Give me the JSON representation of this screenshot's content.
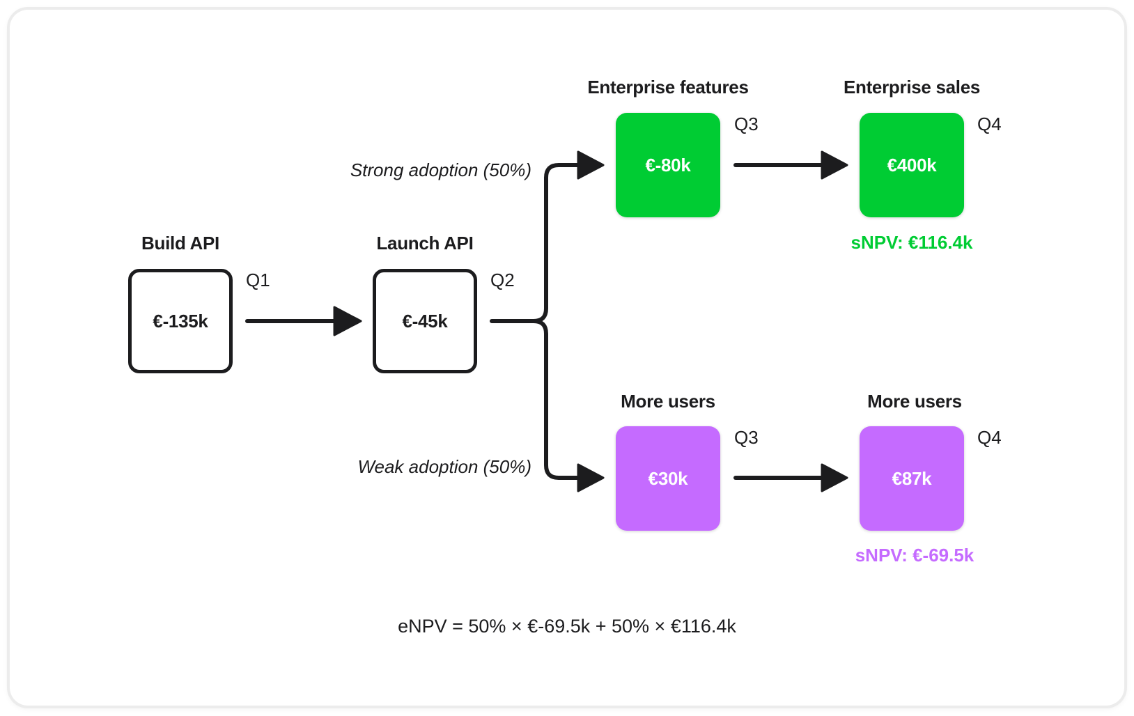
{
  "diagram": {
    "nodes": [
      {
        "id": "build-api",
        "title": "Build API",
        "value": "€-135k",
        "quarter": "Q1",
        "style": "outline"
      },
      {
        "id": "launch-api",
        "title": "Launch API",
        "value": "€-45k",
        "quarter": "Q2",
        "style": "outline"
      },
      {
        "id": "enterprise-features",
        "title": "Enterprise features",
        "value": "€-80k",
        "quarter": "Q3",
        "style": "green"
      },
      {
        "id": "enterprise-sales",
        "title": "Enterprise sales",
        "value": "€400k",
        "quarter": "Q4",
        "style": "green"
      },
      {
        "id": "more-users-q3",
        "title": "More users",
        "value": "€30k",
        "quarter": "Q3",
        "style": "purple"
      },
      {
        "id": "more-users-q4",
        "title": "More users",
        "value": "€87k",
        "quarter": "Q4",
        "style": "purple"
      }
    ],
    "branches": {
      "strong": "Strong adoption (50%)",
      "weak": "Weak adoption (50%)"
    },
    "snpv": {
      "strong": "sNPV: €116.4k",
      "weak": "sNPV: €-69.5k"
    },
    "formula": "eNPV = 50% × €-69.5k + 50% × €116.4k"
  },
  "colors": {
    "strong": "#00cc33",
    "weak": "#c56bff",
    "ink": "#1c1c1e"
  }
}
